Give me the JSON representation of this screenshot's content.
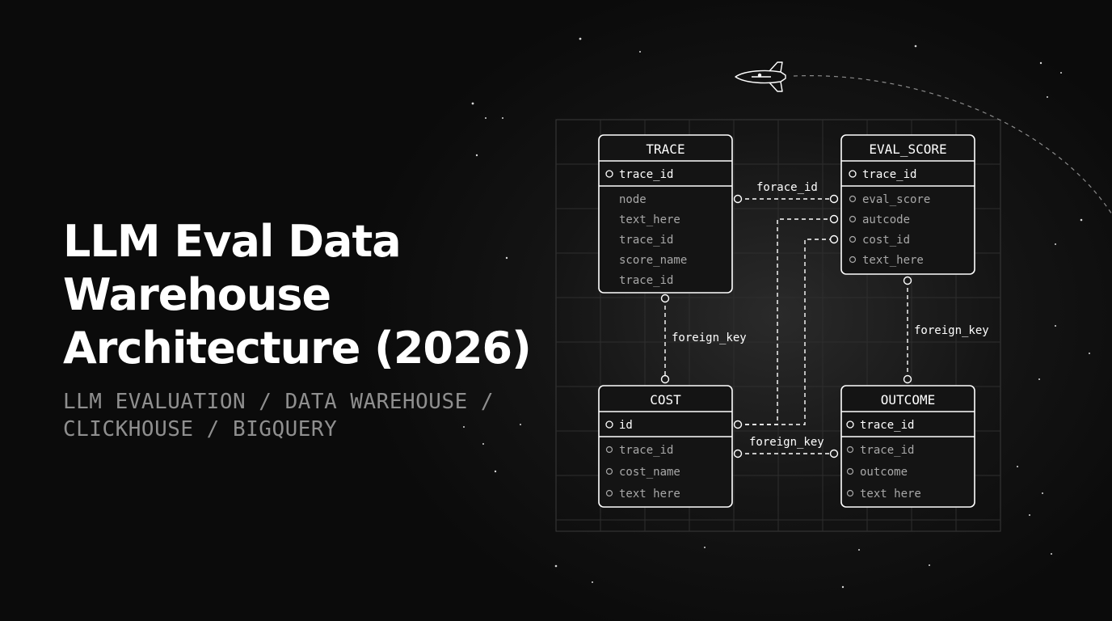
{
  "title_lines": [
    "LLM Eval Data",
    "Warehouse",
    "Architecture (2026)"
  ],
  "subtitle_lines": [
    "LLM EVALUATION / DATA WAREHOUSE /",
    "CLICKHOUSE / BIGQUERY"
  ],
  "entities": {
    "trace": {
      "name": "TRACE",
      "pk": "trace_id",
      "fields": [
        "node",
        "text_here",
        "trace_id",
        "score_name",
        "trace_id"
      ]
    },
    "eval_score": {
      "name": "EVAL_SCORE",
      "pk": "trace_id",
      "fields": [
        "eval_score",
        "autcode",
        "cost_id",
        "text_here"
      ]
    },
    "cost": {
      "name": "COST",
      "pk": "id",
      "fields": [
        "trace_id",
        "cost_name",
        "text here"
      ]
    },
    "outcome": {
      "name": "OUTCOME",
      "pk": "trace_id",
      "fields": [
        "trace_id",
        "outcome",
        "text here"
      ]
    }
  },
  "relationships": {
    "trace_eval": "forace_id",
    "trace_cost": "foreign_key",
    "eval_outcome": "foreign_key",
    "cost_outcome": "foreign_key"
  },
  "colors": {
    "background": "#0b0b0b",
    "line": "#ffffff",
    "field_text": "#a8a8a8",
    "grid": "#3a3a3a",
    "subtitle": "#8f8f8f"
  },
  "icons": [
    "rocket-icon",
    "star-icon"
  ]
}
